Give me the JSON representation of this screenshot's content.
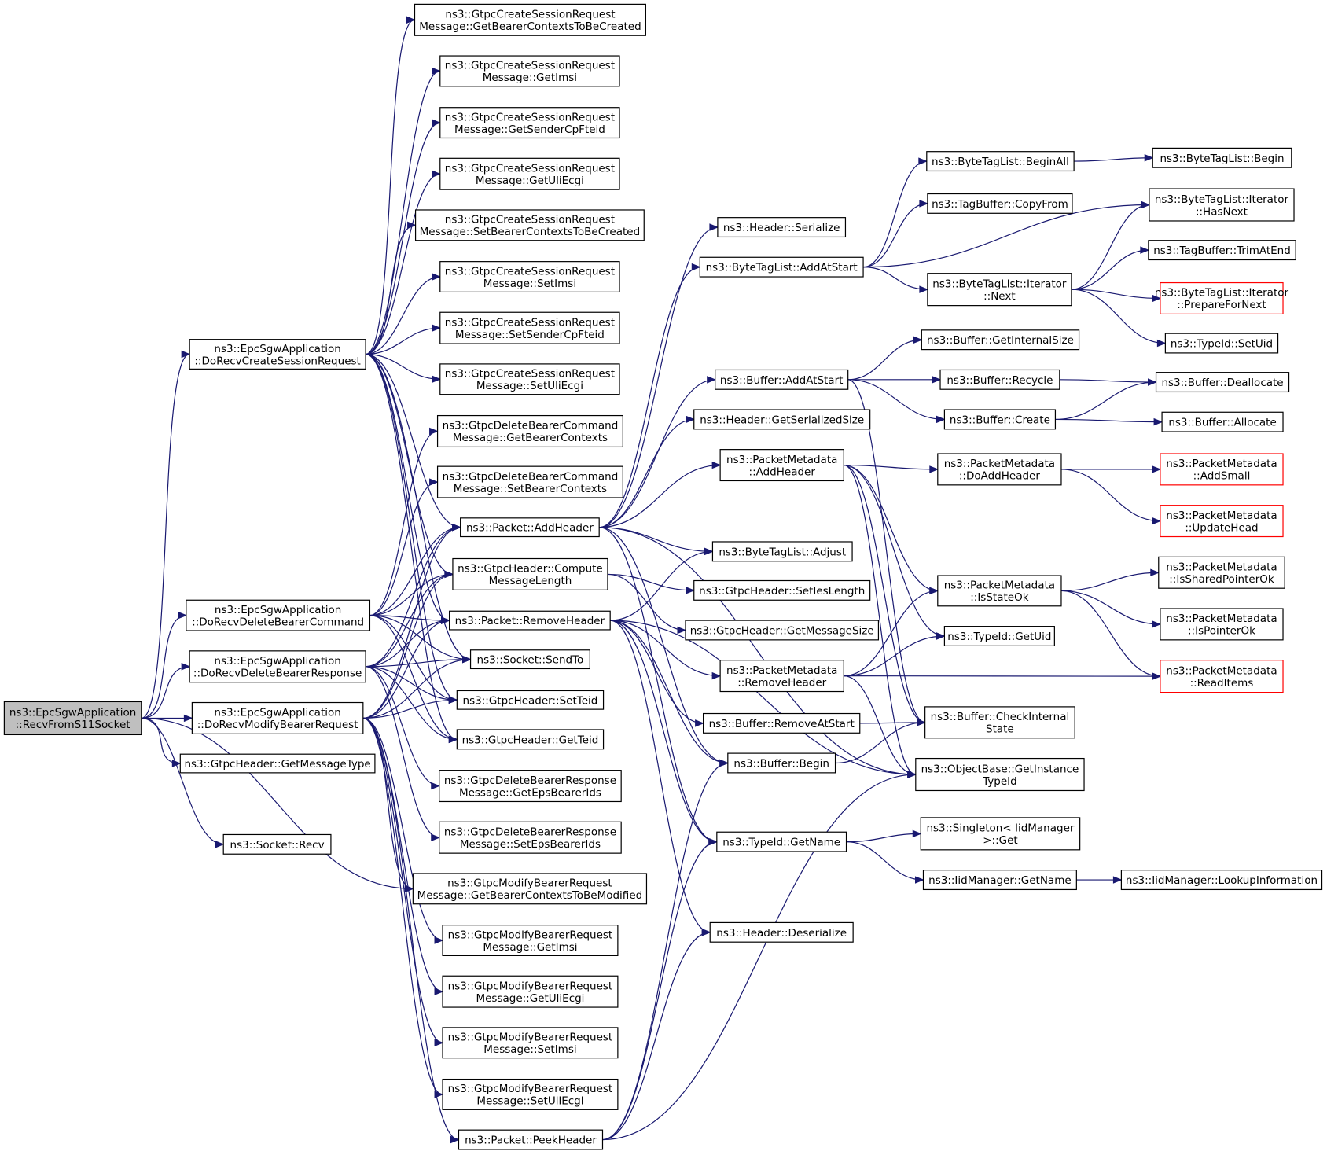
{
  "nodes": [
    {
      "id": "root",
      "lines": [
        "ns3::EpcSgwApplication",
        "::RecvFromS11Socket"
      ],
      "style": "root"
    },
    {
      "id": "cs",
      "lines": [
        "ns3::EpcSgwApplication",
        "::DoRecvCreateSessionRequest"
      ]
    },
    {
      "id": "dbc",
      "lines": [
        "ns3::EpcSgwApplication",
        "::DoRecvDeleteBearerCommand"
      ]
    },
    {
      "id": "dbr",
      "lines": [
        "ns3::EpcSgwApplication",
        "::DoRecvDeleteBearerResponse"
      ]
    },
    {
      "id": "mbr",
      "lines": [
        "ns3::EpcSgwApplication",
        "::DoRecvModifyBearerRequest"
      ]
    },
    {
      "id": "gmt",
      "lines": [
        "ns3::GtpcHeader::GetMessageType"
      ]
    },
    {
      "id": "srecv",
      "lines": [
        "ns3::Socket::Recv"
      ]
    },
    {
      "id": "c1",
      "lines": [
        "ns3::GtpcCreateSessionRequest",
        "Message::GetBearerContextsToBeCreated"
      ]
    },
    {
      "id": "c2",
      "lines": [
        "ns3::GtpcCreateSessionRequest",
        "Message::GetImsi"
      ]
    },
    {
      "id": "c3",
      "lines": [
        "ns3::GtpcCreateSessionRequest",
        "Message::GetSenderCpFteid"
      ]
    },
    {
      "id": "c4",
      "lines": [
        "ns3::GtpcCreateSessionRequest",
        "Message::GetUliEcgi"
      ]
    },
    {
      "id": "c5",
      "lines": [
        "ns3::GtpcCreateSessionRequest",
        "Message::SetBearerContextsToBeCreated"
      ]
    },
    {
      "id": "c6",
      "lines": [
        "ns3::GtpcCreateSessionRequest",
        "Message::SetImsi"
      ]
    },
    {
      "id": "c7",
      "lines": [
        "ns3::GtpcCreateSessionRequest",
        "Message::SetSenderCpFteid"
      ]
    },
    {
      "id": "c8",
      "lines": [
        "ns3::GtpcCreateSessionRequest",
        "Message::SetUliEcgi"
      ]
    },
    {
      "id": "d1",
      "lines": [
        "ns3::GtpcDeleteBearerCommand",
        "Message::GetBearerContexts"
      ]
    },
    {
      "id": "d2",
      "lines": [
        "ns3::GtpcDeleteBearerCommand",
        "Message::SetBearerContexts"
      ]
    },
    {
      "id": "pah",
      "lines": [
        "ns3::Packet::AddHeader"
      ]
    },
    {
      "id": "gcml",
      "lines": [
        "ns3::GtpcHeader::Compute",
        "MessageLength"
      ]
    },
    {
      "id": "prh",
      "lines": [
        "ns3::Packet::RemoveHeader"
      ]
    },
    {
      "id": "ssend",
      "lines": [
        "ns3::Socket::SendTo"
      ]
    },
    {
      "id": "sett",
      "lines": [
        "ns3::GtpcHeader::SetTeid"
      ]
    },
    {
      "id": "gett",
      "lines": [
        "ns3::GtpcHeader::GetTeid"
      ]
    },
    {
      "id": "r1",
      "lines": [
        "ns3::GtpcDeleteBearerResponse",
        "Message::GetEpsBearerIds"
      ]
    },
    {
      "id": "r2",
      "lines": [
        "ns3::GtpcDeleteBearerResponse",
        "Message::SetEpsBearerIds"
      ]
    },
    {
      "id": "m1",
      "lines": [
        "ns3::GtpcModifyBearerRequest",
        "Message::GetBearerContextsToBeModified"
      ]
    },
    {
      "id": "m2",
      "lines": [
        "ns3::GtpcModifyBearerRequest",
        "Message::GetImsi"
      ]
    },
    {
      "id": "m3",
      "lines": [
        "ns3::GtpcModifyBearerRequest",
        "Message::GetUliEcgi"
      ]
    },
    {
      "id": "m4",
      "lines": [
        "ns3::GtpcModifyBearerRequest",
        "Message::SetImsi"
      ]
    },
    {
      "id": "m5",
      "lines": [
        "ns3::GtpcModifyBearerRequest",
        "Message::SetUliEcgi"
      ]
    },
    {
      "id": "pph",
      "lines": [
        "ns3::Packet::PeekHeader"
      ]
    },
    {
      "id": "hser",
      "lines": [
        "ns3::Header::Serialize"
      ]
    },
    {
      "id": "btlaas",
      "lines": [
        "ns3::ByteTagList::AddAtStart"
      ]
    },
    {
      "id": "baas",
      "lines": [
        "ns3::Buffer::AddAtStart"
      ]
    },
    {
      "id": "hgss",
      "lines": [
        "ns3::Header::GetSerializedSize"
      ]
    },
    {
      "id": "pmah",
      "lines": [
        "ns3::PacketMetadata",
        "::AddHeader"
      ]
    },
    {
      "id": "btladj",
      "lines": [
        "ns3::ByteTagList::Adjust"
      ]
    },
    {
      "id": "gsil",
      "lines": [
        "ns3::GtpcHeader::SetIesLength"
      ]
    },
    {
      "id": "ggms",
      "lines": [
        "ns3::GtpcHeader::GetMessageSize"
      ]
    },
    {
      "id": "pmrh",
      "lines": [
        "ns3::PacketMetadata",
        "::RemoveHeader"
      ]
    },
    {
      "id": "bras",
      "lines": [
        "ns3::Buffer::RemoveAtStart"
      ]
    },
    {
      "id": "bbeg",
      "lines": [
        "ns3::Buffer::Begin"
      ]
    },
    {
      "id": "tgn",
      "lines": [
        "ns3::TypeId::GetName"
      ]
    },
    {
      "id": "hdes",
      "lines": [
        "ns3::Header::Deserialize"
      ]
    },
    {
      "id": "btlba",
      "lines": [
        "ns3::ByteTagList::BeginAll"
      ]
    },
    {
      "id": "tbcf",
      "lines": [
        "ns3::TagBuffer::CopyFrom"
      ]
    },
    {
      "id": "btlin",
      "lines": [
        "ns3::ByteTagList::Iterator",
        "::Next"
      ]
    },
    {
      "id": "bgis",
      "lines": [
        "ns3::Buffer::GetInternalSize"
      ]
    },
    {
      "id": "brec",
      "lines": [
        "ns3::Buffer::Recycle"
      ]
    },
    {
      "id": "bcre",
      "lines": [
        "ns3::Buffer::Create"
      ]
    },
    {
      "id": "pmdah",
      "lines": [
        "ns3::PacketMetadata",
        "::DoAddHeader"
      ]
    },
    {
      "id": "pmiso",
      "lines": [
        "ns3::PacketMetadata",
        "::IsStateOk"
      ]
    },
    {
      "id": "tgu",
      "lines": [
        "ns3::TypeId::GetUid"
      ]
    },
    {
      "id": "bcis",
      "lines": [
        "ns3::Buffer::CheckInternal",
        "State"
      ]
    },
    {
      "id": "obgit",
      "lines": [
        "ns3::ObjectBase::GetInstance",
        "TypeId"
      ]
    },
    {
      "id": "sig",
      "lines": [
        "ns3::Singleton< IidManager",
        ">::Get"
      ]
    },
    {
      "id": "imgn",
      "lines": [
        "ns3::IidManager::GetName"
      ]
    },
    {
      "id": "btlb",
      "lines": [
        "ns3::ByteTagList::Begin"
      ]
    },
    {
      "id": "btlihn",
      "lines": [
        "ns3::ByteTagList::Iterator",
        "::HasNext"
      ]
    },
    {
      "id": "tbtae",
      "lines": [
        "ns3::TagBuffer::TrimAtEnd"
      ]
    },
    {
      "id": "btlipfn",
      "lines": [
        "ns3::ByteTagList::Iterator",
        "::PrepareForNext"
      ],
      "style": "trunc"
    },
    {
      "id": "tsu",
      "lines": [
        "ns3::TypeId::SetUid"
      ]
    },
    {
      "id": "bdea",
      "lines": [
        "ns3::Buffer::Deallocate"
      ]
    },
    {
      "id": "ball",
      "lines": [
        "ns3::Buffer::Allocate"
      ]
    },
    {
      "id": "pmas",
      "lines": [
        "ns3::PacketMetadata",
        "::AddSmall"
      ],
      "style": "trunc"
    },
    {
      "id": "pmuh",
      "lines": [
        "ns3::PacketMetadata",
        "::UpdateHead"
      ],
      "style": "trunc"
    },
    {
      "id": "pmispo",
      "lines": [
        "ns3::PacketMetadata",
        "::IsSharedPointerOk"
      ]
    },
    {
      "id": "pmipo",
      "lines": [
        "ns3::PacketMetadata",
        "::IsPointerOk"
      ]
    },
    {
      "id": "pmri",
      "lines": [
        "ns3::PacketMetadata",
        "::ReadItems"
      ],
      "style": "trunc"
    },
    {
      "id": "imli",
      "lines": [
        "ns3::IidManager::LookupInformation"
      ]
    }
  ],
  "edges": [
    [
      "root",
      "cs"
    ],
    [
      "root",
      "dbc"
    ],
    [
      "root",
      "dbr"
    ],
    [
      "root",
      "mbr"
    ],
    [
      "root",
      "gmt"
    ],
    [
      "root",
      "srecv"
    ],
    [
      "root",
      "m1"
    ],
    [
      "cs",
      "c1"
    ],
    [
      "cs",
      "c2"
    ],
    [
      "cs",
      "c3"
    ],
    [
      "cs",
      "c4"
    ],
    [
      "cs",
      "c5"
    ],
    [
      "cs",
      "c6"
    ],
    [
      "cs",
      "c7"
    ],
    [
      "cs",
      "c8"
    ],
    [
      "cs",
      "pah"
    ],
    [
      "cs",
      "gcml"
    ],
    [
      "cs",
      "prh"
    ],
    [
      "cs",
      "ssend"
    ],
    [
      "cs",
      "sett"
    ],
    [
      "cs",
      "gett"
    ],
    [
      "dbc",
      "d1"
    ],
    [
      "dbc",
      "d2"
    ],
    [
      "dbc",
      "pah"
    ],
    [
      "dbc",
      "gcml"
    ],
    [
      "dbc",
      "prh"
    ],
    [
      "dbc",
      "ssend"
    ],
    [
      "dbc",
      "sett"
    ],
    [
      "dbc",
      "gett"
    ],
    [
      "dbr",
      "r1"
    ],
    [
      "dbr",
      "r2"
    ],
    [
      "dbr",
      "pah"
    ],
    [
      "dbr",
      "gcml"
    ],
    [
      "dbr",
      "prh"
    ],
    [
      "dbr",
      "ssend"
    ],
    [
      "dbr",
      "sett"
    ],
    [
      "dbr",
      "gett"
    ],
    [
      "mbr",
      "m1"
    ],
    [
      "mbr",
      "m2"
    ],
    [
      "mbr",
      "m3"
    ],
    [
      "mbr",
      "m4"
    ],
    [
      "mbr",
      "m5"
    ],
    [
      "mbr",
      "pah"
    ],
    [
      "mbr",
      "gcml"
    ],
    [
      "mbr",
      "prh"
    ],
    [
      "mbr",
      "ssend"
    ],
    [
      "mbr",
      "sett"
    ],
    [
      "mbr",
      "pph"
    ],
    [
      "pah",
      "hser"
    ],
    [
      "pah",
      "btlaas"
    ],
    [
      "pah",
      "baas"
    ],
    [
      "pah",
      "hgss"
    ],
    [
      "pah",
      "pmah"
    ],
    [
      "pah",
      "btladj"
    ],
    [
      "pah",
      "bbeg"
    ],
    [
      "pah",
      "tgn"
    ],
    [
      "pah",
      "obgit"
    ],
    [
      "gcml",
      "gsil"
    ],
    [
      "gcml",
      "ggms"
    ],
    [
      "prh",
      "btladj"
    ],
    [
      "prh",
      "pmrh"
    ],
    [
      "prh",
      "bras"
    ],
    [
      "prh",
      "bbeg"
    ],
    [
      "prh",
      "tgn"
    ],
    [
      "prh",
      "hdes"
    ],
    [
      "prh",
      "obgit"
    ],
    [
      "pph",
      "bbeg"
    ],
    [
      "pph",
      "tgn"
    ],
    [
      "pph",
      "hdes"
    ],
    [
      "pph",
      "obgit"
    ],
    [
      "btlaas",
      "btlba"
    ],
    [
      "btlaas",
      "tbcf"
    ],
    [
      "btlaas",
      "btlihn"
    ],
    [
      "btlaas",
      "btlin"
    ],
    [
      "baas",
      "bgis"
    ],
    [
      "baas",
      "brec"
    ],
    [
      "baas",
      "bcre"
    ],
    [
      "baas",
      "bcis"
    ],
    [
      "pmah",
      "pmdah"
    ],
    [
      "pmah",
      "pmiso"
    ],
    [
      "pmah",
      "tgu"
    ],
    [
      "pmah",
      "bcis"
    ],
    [
      "pmah",
      "obgit"
    ],
    [
      "pmrh",
      "pmiso"
    ],
    [
      "pmrh",
      "tgu"
    ],
    [
      "pmrh",
      "pmri"
    ],
    [
      "pmrh",
      "obgit"
    ],
    [
      "bras",
      "bcis"
    ],
    [
      "bbeg",
      "bcis"
    ],
    [
      "tgn",
      "sig"
    ],
    [
      "tgn",
      "imgn"
    ],
    [
      "btlba",
      "btlb"
    ],
    [
      "btlin",
      "btlihn"
    ],
    [
      "btlin",
      "tbtae"
    ],
    [
      "btlin",
      "btlipfn"
    ],
    [
      "btlin",
      "tsu"
    ],
    [
      "brec",
      "bdea"
    ],
    [
      "bcre",
      "bdea"
    ],
    [
      "bcre",
      "ball"
    ],
    [
      "pmdah",
      "pmas"
    ],
    [
      "pmdah",
      "pmuh"
    ],
    [
      "pmiso",
      "pmispo"
    ],
    [
      "pmiso",
      "pmipo"
    ],
    [
      "pmiso",
      "pmri"
    ],
    [
      "imgn",
      "imli"
    ]
  ]
}
